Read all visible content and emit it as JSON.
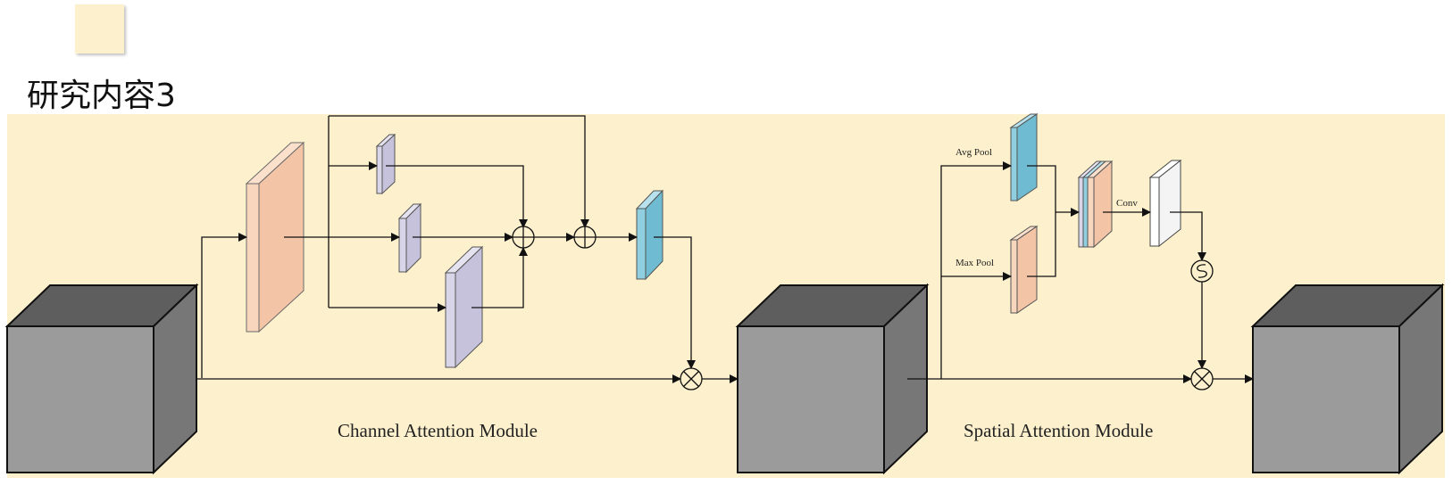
{
  "slide": {
    "title": "研究内容3"
  },
  "diagram": {
    "channel_module_label": "Channel Attention Module",
    "spatial_module_label": "Spatial Attention Module",
    "avg_pool_label": "Avg Pool",
    "max_pool_label": "Max Pool",
    "conv_label": "Conv"
  },
  "colors": {
    "background": "#fdf0cc",
    "cube": "#9b9b9b",
    "salmon": "#f8d5bd",
    "lavender": "#d9d5e8",
    "cyan": "#8fcfe0"
  }
}
